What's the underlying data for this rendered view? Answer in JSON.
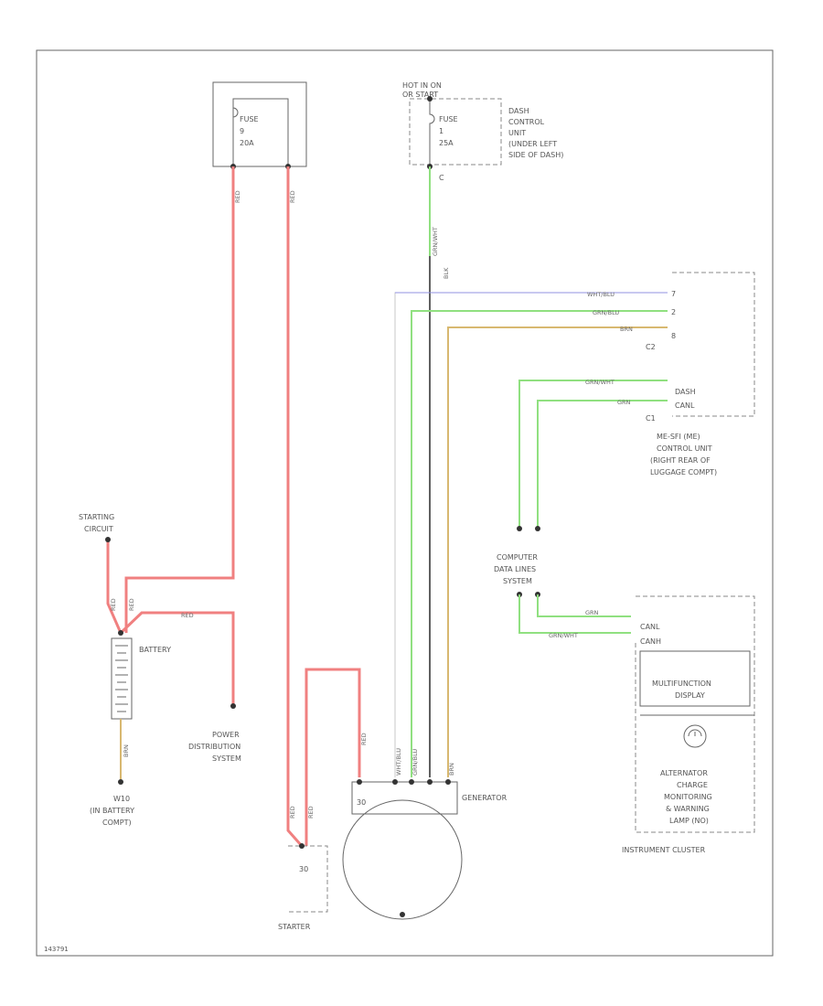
{
  "fuse_box": {
    "label": "FUSE",
    "number": "9",
    "rating": "20A"
  },
  "hot_fuse": {
    "header": [
      "HOT IN ON",
      "OR START"
    ],
    "label": "FUSE",
    "number": "1",
    "rating": "25A",
    "pin": "C",
    "module": [
      "DASH",
      "CONTROL",
      "UNIT",
      "(UNDER LEFT",
      "SIDE OF DASH)"
    ]
  },
  "control_unit": {
    "pins_c2": [
      "7",
      "2",
      "8"
    ],
    "c2_label": "C2",
    "pins_c1": [
      "DASH",
      "CANL"
    ],
    "c1_label": "C1",
    "label": [
      "ME-SFI (ME)",
      "CONTROL UNIT",
      "(RIGHT REAR OF",
      "LUGGAGE COMPT)"
    ]
  },
  "computer_data_lines": [
    "COMPUTER",
    "DATA LINES",
    "SYSTEM"
  ],
  "starting_circuit": [
    "STARTING",
    "CIRCUIT"
  ],
  "battery_label": "BATTERY",
  "ground_label": [
    "W10",
    "(IN BATTERY",
    "COMPT)"
  ],
  "power_distribution": [
    "POWER",
    "DISTRIBUTION",
    "SYSTEM"
  ],
  "generator": {
    "label": "GENERATOR",
    "pin": "30"
  },
  "starter": {
    "label": "STARTER",
    "pin": "30"
  },
  "instrument_cluster": {
    "label": "INSTRUMENT CLUSTER",
    "pins": [
      "CANL",
      "CANH"
    ],
    "multifunction": [
      "MULTIFUNCTION",
      "DISPLAY"
    ],
    "warning_lamp": [
      "ALTERNATOR",
      "CHARGE",
      "MONITORING",
      "& WARNING",
      "LAMP (NO)"
    ]
  },
  "wires": {
    "red": "RED",
    "brn": "BRN",
    "wht_blu": "WHT/BLU",
    "grn_blu": "GRN/BLU",
    "brn_wht": "BRN",
    "grn_wht": "GRN/WHT",
    "grn_only": "GRN",
    "blk": "BLK",
    "cluster_grn": "GRN",
    "cluster_grn_wht": "GRN/WHT",
    "fuse_out": "GRN/WHT",
    "red_lbl1": "RED",
    "red_lbl2": "RED",
    "red_gen": "RED"
  },
  "footer": "143791",
  "colors": {
    "red": "#f08080",
    "green": "#90e080",
    "blue": "#9090e0",
    "tan": "#d8b870",
    "gray": "#c8c8c8"
  }
}
